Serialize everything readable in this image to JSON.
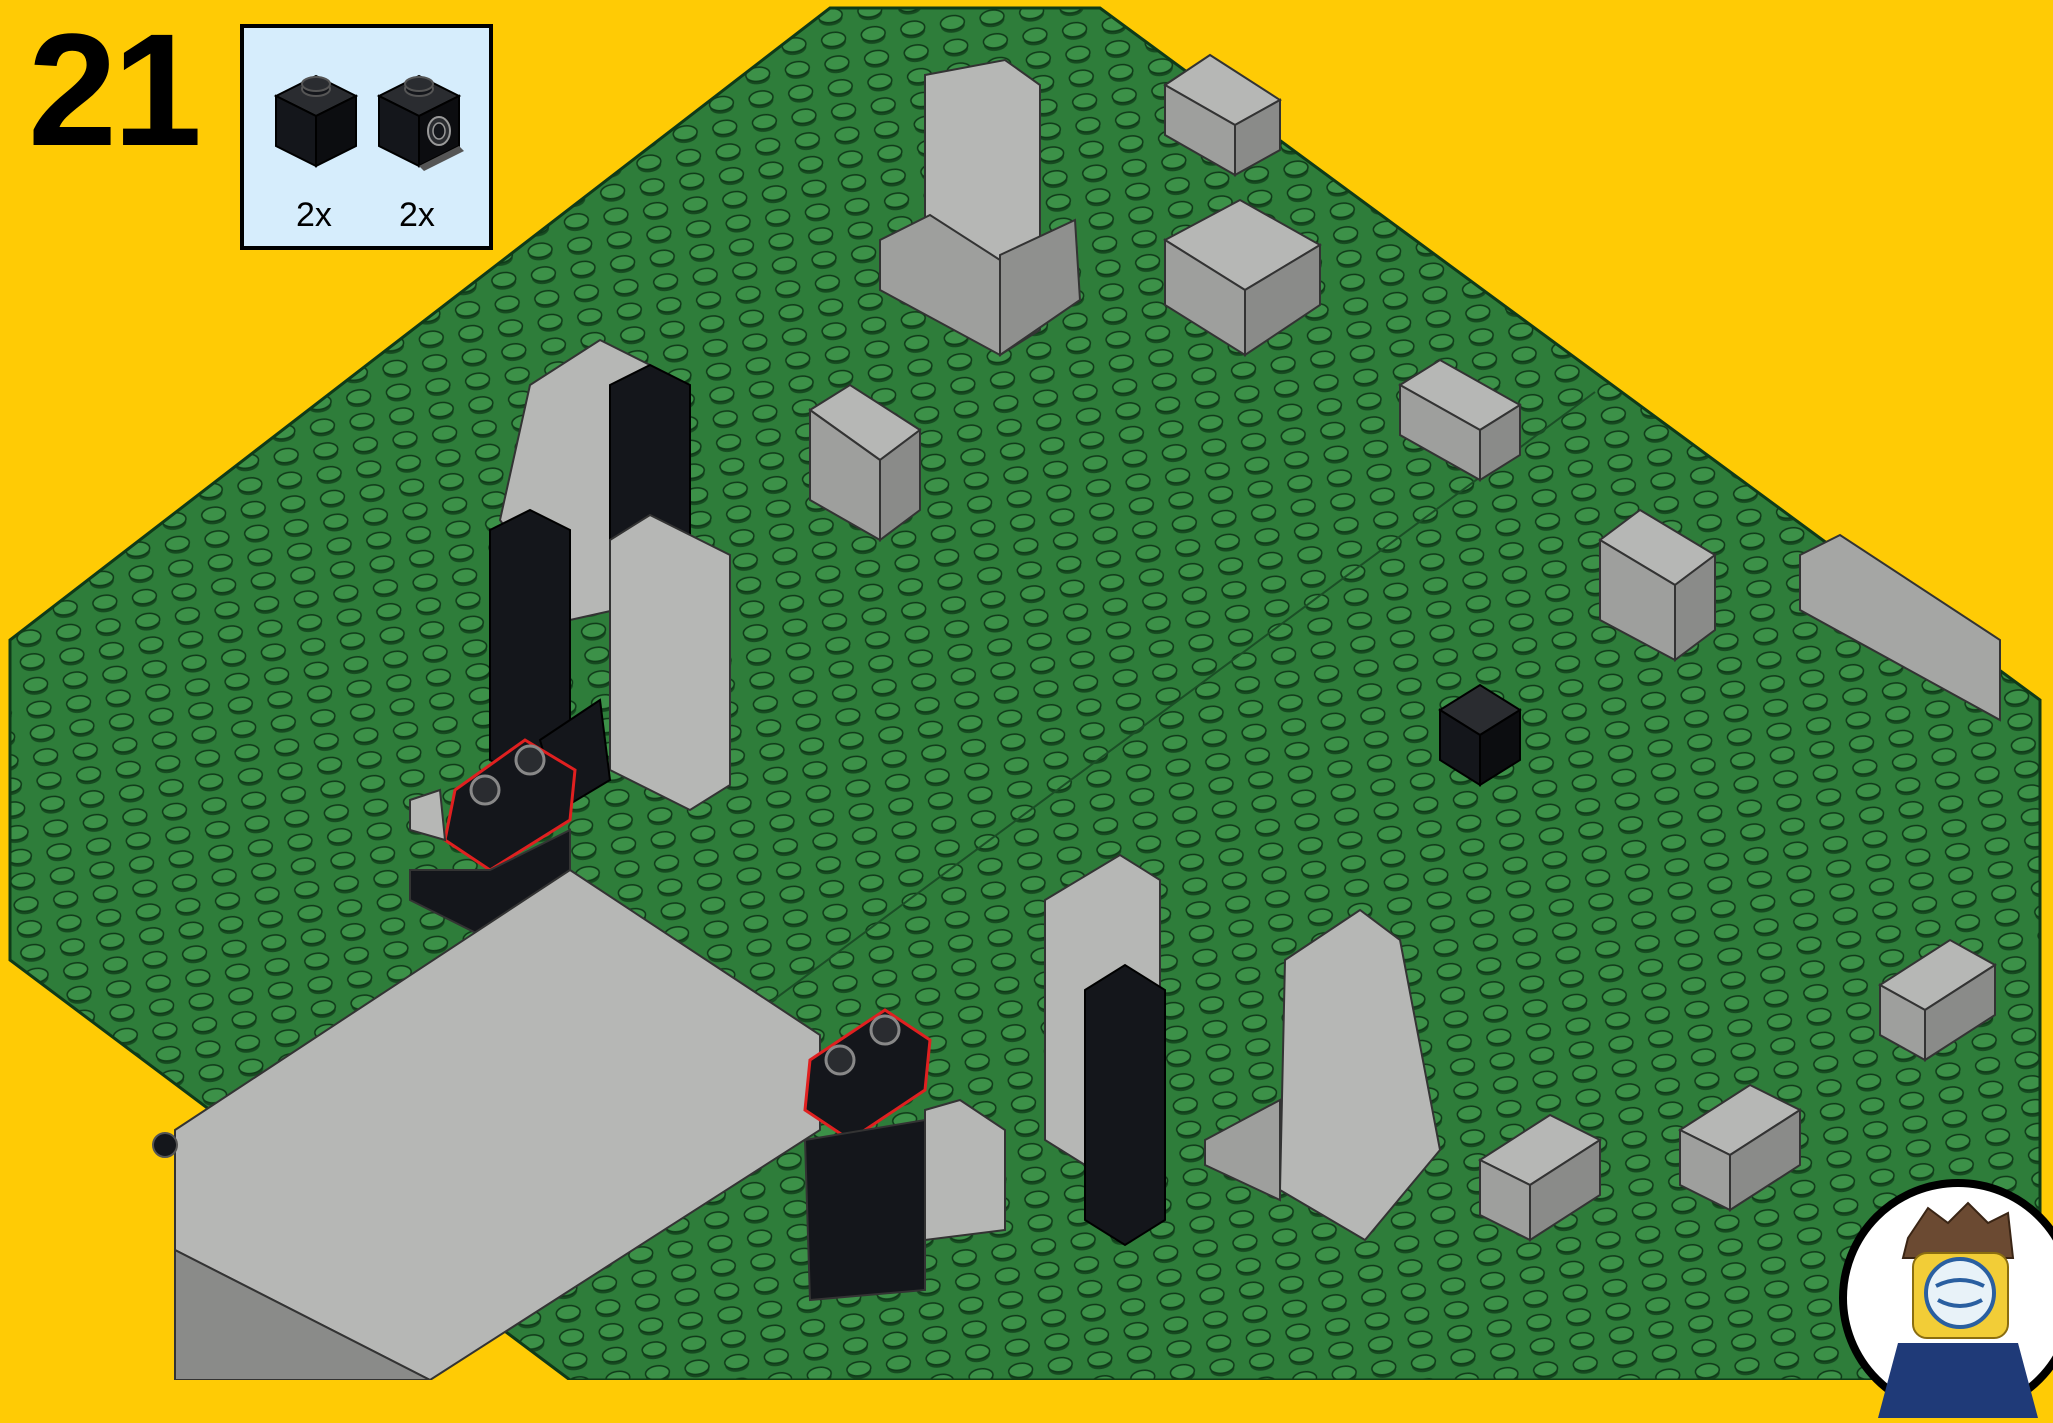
{
  "step": {
    "number": "21"
  },
  "parts_list": [
    {
      "name": "brick-1x1",
      "color": "black",
      "quantity": "2x",
      "icon": "black-brick-1x1-icon"
    },
    {
      "name": "brick-1x1-with-side-stud",
      "color": "black",
      "quantity": "2x",
      "icon": "black-brick-1x1-side-stud-icon"
    }
  ],
  "colors": {
    "background": "#FFCB05",
    "baseplate": "#2E7D3A",
    "light_gray": "#A5A6A4",
    "black_brick": "#14161B",
    "highlight": "#E02020",
    "parts_box": "#D6EDFC"
  },
  "builder_avatar": {
    "icon": "minifigure-avatar-icon"
  }
}
